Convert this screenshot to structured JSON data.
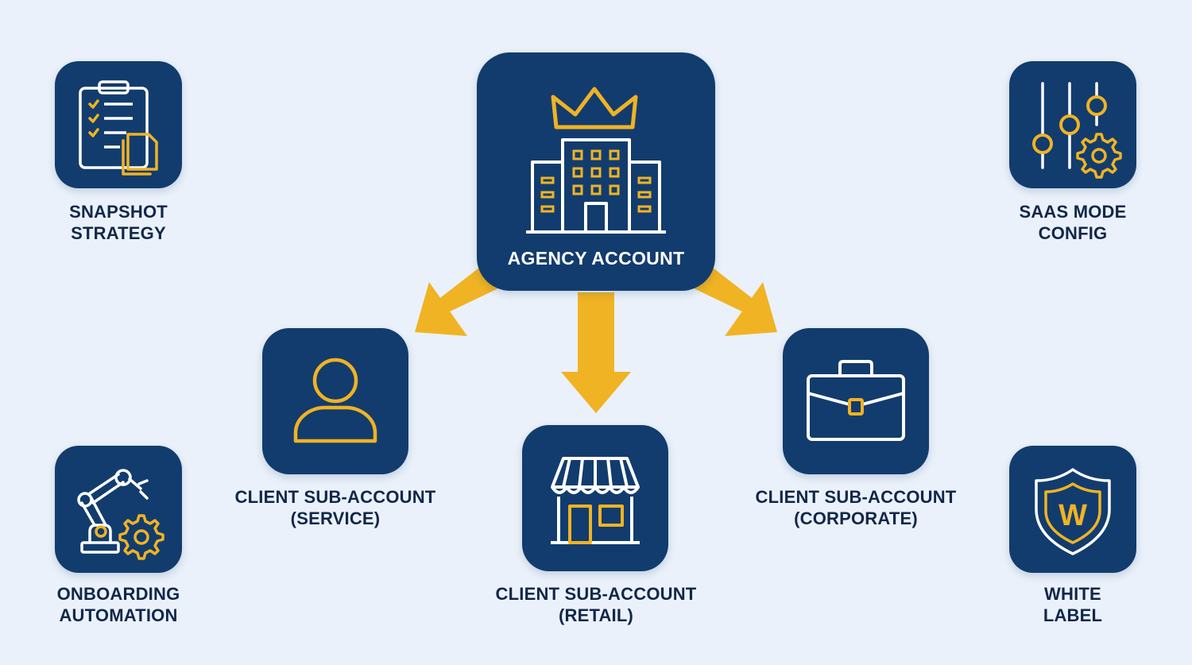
{
  "colors": {
    "background": "#eaf1fa",
    "tile": "#123c6e",
    "accent": "#f0b323",
    "text": "#11274a"
  },
  "center": {
    "label": "AGENCY ACCOUNT",
    "icons": [
      "crown-icon",
      "building-icon"
    ]
  },
  "clients": [
    {
      "line1": "CLIENT SUB-ACCOUNT",
      "line2": "(SERVICE)",
      "icon": "user-icon"
    },
    {
      "line1": "CLIENT SUB-ACCOUNT",
      "line2": "(RETAIL)",
      "icon": "storefront-icon"
    },
    {
      "line1": "CLIENT SUB-ACCOUNT",
      "line2": "(CORPORATE)",
      "icon": "briefcase-icon"
    }
  ],
  "features": [
    {
      "line1": "SNAPSHOT",
      "line2": "STRATEGY",
      "icon": "clipboard-checklist-icon"
    },
    {
      "line1": "SAAS MODE",
      "line2": "CONFIG",
      "icon": "sliders-gear-icon"
    },
    {
      "line1": "ONBOARDING",
      "line2": "AUTOMATION",
      "icon": "robot-arm-gear-icon"
    },
    {
      "line1": "WHITE",
      "line2": "LABEL",
      "icon": "shield-w-icon"
    }
  ],
  "shield_letter": "W"
}
